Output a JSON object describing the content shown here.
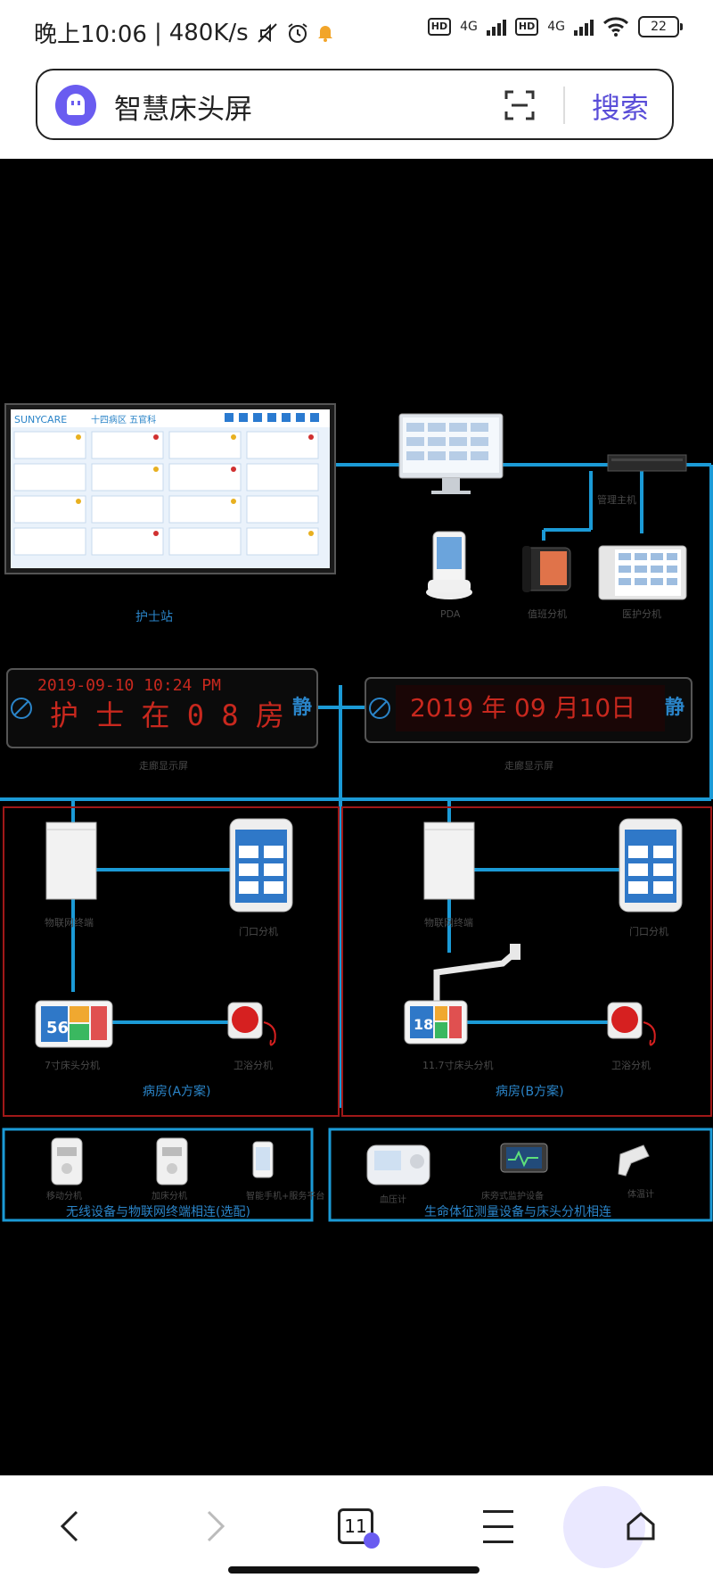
{
  "status_bar": {
    "time": "晚上10:06",
    "speed": "480K/s",
    "network_1": "4G",
    "network_2": "4G",
    "hd_1": "HD",
    "hd_2": "HD",
    "battery": "22"
  },
  "search": {
    "query": "智慧床头屏",
    "button": "搜索"
  },
  "diagram": {
    "monitor_header": "十四病区 五官科",
    "monitor_brand": "SUNYCARE",
    "labels": {
      "nurse_station": "护士站",
      "pda": "PDA",
      "phone_ext": "值班分机",
      "host": "管理主机",
      "nurse_ext": "医护分机",
      "corridor_a": "走廊显示屏",
      "corridor_b": "走廊显示屏",
      "iot_a": "物联网终端",
      "iot_b": "物联网终端",
      "door_a": "门口分机",
      "door_b": "门口分机",
      "bedside_a": "7寸床头分机",
      "bedside_b": "11.7寸床头分机",
      "toilet_a": "卫浴分机",
      "toilet_b": "卫浴分机",
      "room_a": "病房(A方案)",
      "room_b": "病房(B方案)",
      "mobile_ext": "移动分机",
      "cart_ext": "加床分机",
      "app": "智能手机+服务平台",
      "bp": "血压计",
      "monitor_dev": "床旁式监护设备",
      "thermo": "体温计",
      "wireless_caption": "无线设备与物联网终端相连(选配)",
      "vital_caption": "生命体征测量设备与床头分机相连"
    },
    "led_a": {
      "line1": "2019-09-10    10:24  PM",
      "line2": "护 士 在 0 8 房",
      "quiet": "静"
    },
    "led_b": {
      "text": "2019 年 09 月10日",
      "quiet": "静"
    },
    "screen_a_number": "56",
    "screen_b_number": "18"
  },
  "bottom_nav": {
    "tab_count": "11"
  }
}
